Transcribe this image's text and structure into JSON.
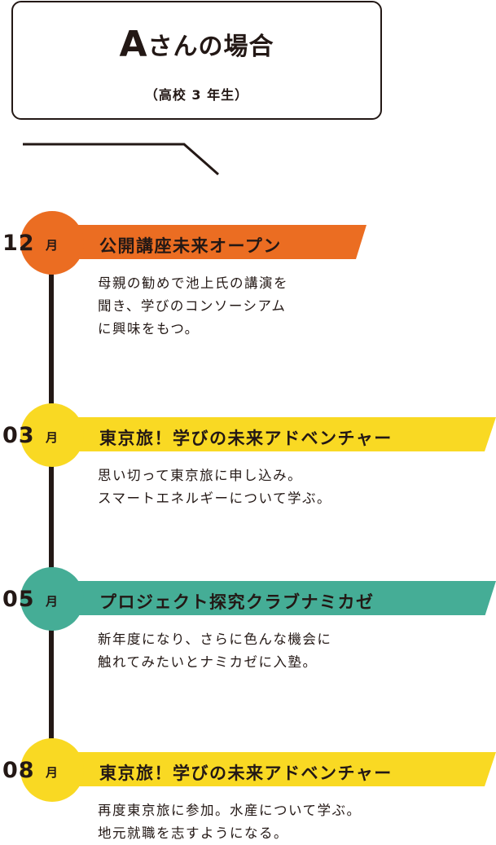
{
  "header": {
    "title_letter": "A",
    "title_rest": "さんの場合",
    "subtitle": "（高校 3 年生）"
  },
  "colors": {
    "orange": "#EB6D22",
    "yellow": "#F9D923",
    "teal": "#45AD96",
    "ink": "#231815"
  },
  "events": [
    {
      "month": "12",
      "month_unit": "月",
      "title": "公開講座未来オープン",
      "color": "#EB6D22",
      "description": "母親の勧めで池上氏の講演を\n聞き、学びのコンソーシアム\nに興味をもつ。"
    },
    {
      "month": "03",
      "month_unit": "月",
      "title": "東京旅！学びの未来アドベンチャー",
      "color": "#F9D923",
      "description": "思い切って東京旅に申し込み。\nスマートエネルギーについて学ぶ。"
    },
    {
      "month": "05",
      "month_unit": "月",
      "title": "プロジェクト探究クラブナミカゼ",
      "color": "#45AD96",
      "description": "新年度になり、さらに色んな機会に\n触れてみたいとナミカゼに入塾。"
    },
    {
      "month": "08",
      "month_unit": "月",
      "title": "東京旅！学びの未来アドベンチャー",
      "color": "#F9D923",
      "description": "再度東京旅に参加。水産について学ぶ。\n地元就職を志すようになる。"
    }
  ]
}
